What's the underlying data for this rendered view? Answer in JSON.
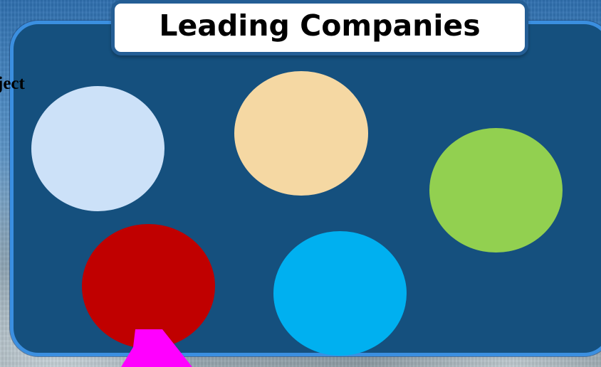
{
  "title": "Leading Companies",
  "partial_left_text": "ject",
  "colors": {
    "panel_fill": "#15507e",
    "panel_border": "#3b8fe0",
    "title_border": "#245e95",
    "arrow_fill": "#ff00ff"
  },
  "circles": [
    {
      "name": "light-blue",
      "color": "#cce1f8"
    },
    {
      "name": "tan",
      "color": "#f5d8a3"
    },
    {
      "name": "green",
      "color": "#92d050"
    },
    {
      "name": "red",
      "color": "#c00000"
    },
    {
      "name": "cyan",
      "color": "#00b0f0"
    }
  ]
}
